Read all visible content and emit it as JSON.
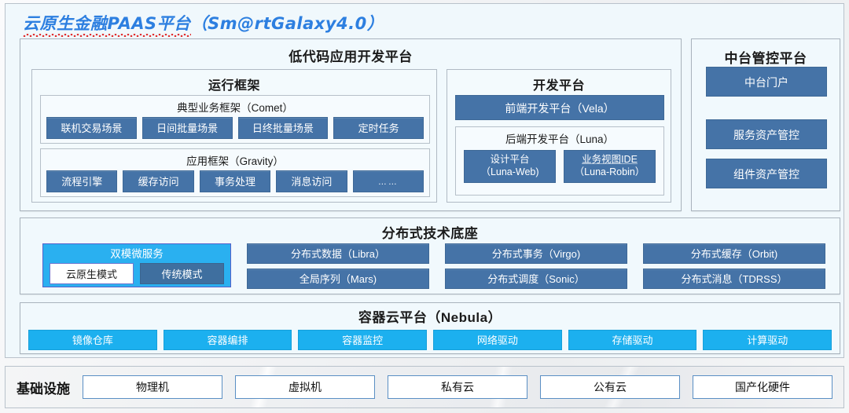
{
  "title": {
    "zh": "云原生金融PAAS平台",
    "full": "云原生金融PAAS平台（Sm@rtGalaxy4.0）",
    "en": "（Sm@rtGalaxy4.0）"
  },
  "colors": {
    "accent_blue": "#4573a7",
    "cyan": "#1cb0ef",
    "dual_cyan": "#2ab0f0",
    "panel_bg": "#f1f9fd",
    "title_blue": "#2d7fe0",
    "spellcheck_red": "#e03030"
  },
  "lowcode": {
    "title": "低代码应用开发平台",
    "runtime": {
      "title": "运行框架",
      "comet": {
        "title": "典型业务框架（Comet）",
        "items": [
          "联机交易场景",
          "日间批量场景",
          "日终批量场景",
          "定时任务"
        ]
      },
      "gravity": {
        "title": "应用框架（Gravity）",
        "items": [
          "流程引擎",
          "缓存访问",
          "事务处理",
          "消息访问",
          "……"
        ]
      }
    },
    "devplat": {
      "title": "开发平台",
      "frontend": "前端开发平台（Vela）",
      "backend": {
        "title": "后端开发平台（Luna）",
        "items": [
          {
            "line1": "设计平台",
            "line2": "（Luna-Web)"
          },
          {
            "line1": "业务视图IDE",
            "line2": "（Luna-Robin）"
          }
        ]
      }
    }
  },
  "midoffice": {
    "title": "中台管控平台",
    "items": [
      "服务资产管控",
      "组件资产管控",
      "中台门户"
    ]
  },
  "distbase": {
    "title": "分布式技术底座",
    "dual": {
      "title": "双模微服务",
      "modes": [
        "云原生模式",
        "传统模式"
      ]
    },
    "columns": [
      [
        "分布式数据（Libra）",
        "全局序列（Mars)"
      ],
      [
        "分布式事务（Virgo)",
        "分布式调度（Sonic）"
      ],
      [
        "分布式缓存（Orbit)",
        "分布式消息（TDRSS）"
      ]
    ]
  },
  "container_cloud": {
    "title": "容器云平台（Nebula）",
    "items": [
      "镜像仓库",
      "容器编排",
      "容器监控",
      "网络驱动",
      "存储驱动",
      "计算驱动"
    ]
  },
  "infrastructure": {
    "label": "基础设施",
    "items": [
      "物理机",
      "虚拟机",
      "私有云",
      "公有云",
      "国产化硬件"
    ]
  }
}
